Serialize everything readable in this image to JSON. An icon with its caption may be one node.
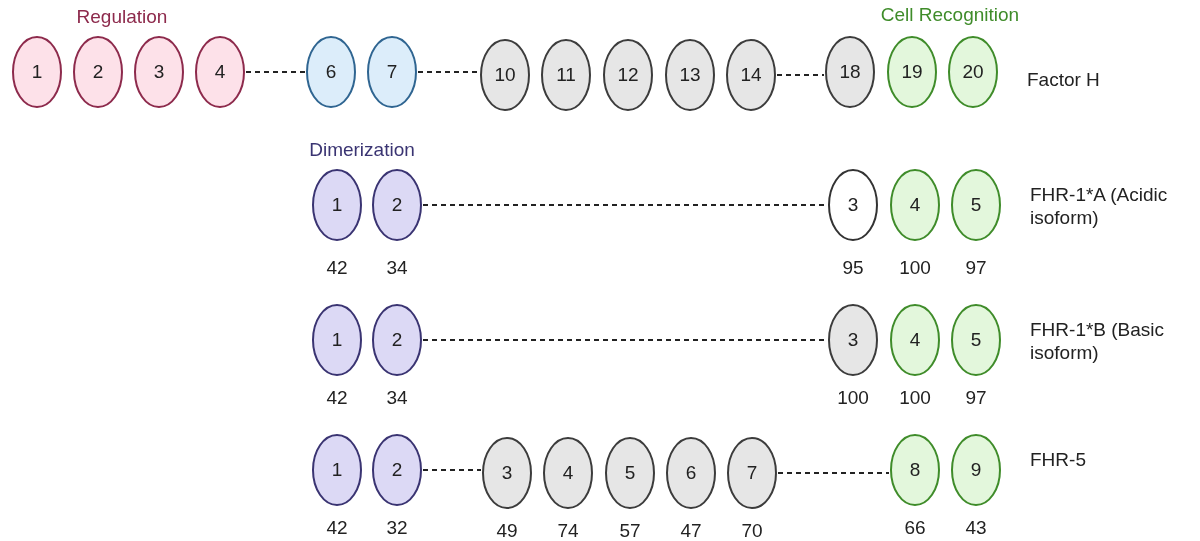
{
  "diagram": {
    "nodes": [
      {
        "text": [
          "1"
        ]
      },
      {
        "text": [
          "2"
        ]
      },
      {
        "text": [
          "3"
        ]
      },
      {
        "text": [
          "4"
        ]
      },
      {
        "text": [
          "6"
        ]
      },
      {
        "text": [
          "7"
        ]
      },
      {
        "text": [
          "10"
        ]
      },
      {
        "text": [
          "11"
        ]
      },
      {
        "text": [
          "12"
        ]
      },
      {
        "text": [
          "13"
        ]
      },
      {
        "text": [
          "14"
        ]
      },
      {
        "text": [
          "18"
        ]
      },
      {
        "text": [
          "19"
        ]
      },
      {
        "text": [
          "20"
        ]
      },
      {
        "text": [
          "1"
        ],
        "beside": [
          "42"
        ]
      },
      {
        "text": [
          "2"
        ],
        "beside": [
          "34"
        ]
      },
      {
        "text": [
          "3"
        ],
        "beside": [
          "95"
        ]
      },
      {
        "text": [
          "4"
        ],
        "beside": [
          "100"
        ]
      },
      {
        "text": [
          "5"
        ],
        "beside": [
          "97"
        ]
      },
      {
        "text": [
          "1"
        ],
        "beside": [
          "42"
        ]
      },
      {
        "text": [
          "2"
        ],
        "beside": [
          "34"
        ]
      },
      {
        "text": [
          "3"
        ],
        "beside": [
          "100"
        ]
      },
      {
        "text": [
          "4"
        ],
        "beside": [
          "100"
        ]
      },
      {
        "text": [
          "5"
        ],
        "beside": [
          "97"
        ]
      },
      {
        "text": [
          "1"
        ],
        "beside": [
          "42"
        ]
      },
      {
        "text": [
          "2"
        ],
        "beside": [
          "32"
        ]
      },
      {
        "text": [
          "3"
        ],
        "beside": [
          "49"
        ]
      },
      {
        "text": [
          "4"
        ],
        "beside": [
          "74"
        ]
      },
      {
        "text": [
          "5"
        ],
        "beside": [
          "57"
        ]
      },
      {
        "text": [
          "6"
        ],
        "beside": [
          "47"
        ]
      },
      {
        "text": [
          "7"
        ],
        "beside": [
          "70"
        ]
      },
      {
        "text": [
          "8"
        ],
        "beside": [
          "66"
        ]
      },
      {
        "text": [
          "9"
        ],
        "beside": [
          "43"
        ]
      }
    ],
    "edges": [
      {
        "from": 3,
        "to": 4,
        "arrow": "none",
        "style": "dashed"
      },
      {
        "from": 5,
        "to": 6,
        "arrow": "none",
        "style": "dashed"
      },
      {
        "from": 10,
        "to": 11,
        "arrow": "none",
        "style": "dashed"
      },
      {
        "from": 15,
        "to": 16,
        "arrow": "none",
        "style": "dashed"
      },
      {
        "from": 20,
        "to": 21,
        "arrow": "none",
        "style": "dashed"
      },
      {
        "from": 25,
        "to": 26,
        "arrow": "none",
        "style": "dashed"
      },
      {
        "from": 30,
        "to": 31,
        "arrow": "none",
        "style": "dashed"
      }
    ],
    "labels": [
      "Regulation",
      "Cell Recognition",
      "Factor H",
      "Dimerization",
      "FHR-1*A (Acidic isoform)",
      "FHR-1*B (Basic isoform)",
      "FHR-5"
    ]
  }
}
